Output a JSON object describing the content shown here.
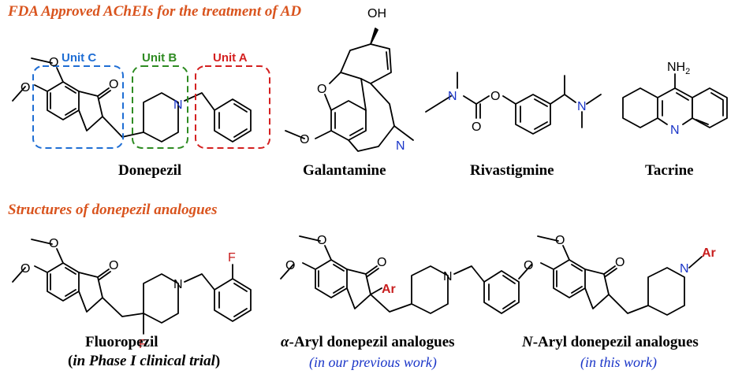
{
  "headings": {
    "fda": "FDA Approved AChEIs for the treatment of AD",
    "analogues": "Structures of donepezil analogues"
  },
  "units": {
    "c": "Unit C",
    "b": "Unit B",
    "a": "Unit A"
  },
  "compounds": {
    "donepezil": "Donepezil",
    "galantamine": "Galantamine",
    "rivastigmine": "Rivastigmine",
    "tacrine": "Tacrine",
    "fluoropezil": "Fluoropezil",
    "fluoropezil_note_prefix": "(",
    "fluoropezil_note": "in Phase I clinical trial",
    "fluoropezil_note_suffix": ")",
    "alpha_prefix": "α",
    "alpha_name": "-Aryl donepezil analogues",
    "alpha_note": "(in our previous work)",
    "n_prefix": "N",
    "n_name": "-Aryl donepezil analogues",
    "n_note": "(in this work)"
  },
  "atoms": {
    "o": "O",
    "oh": "OH",
    "n": "N",
    "f": "F",
    "ar": "Ar",
    "nh2": "NH",
    "nh2_sub": "2"
  },
  "colors": {
    "heading": "#d9541e",
    "unit_c": "#1f6ed4",
    "unit_b": "#2e8b22",
    "unit_a": "#d42020",
    "nitrogen": "#1a35c8",
    "fluorine": "#c81e1e",
    "note": "#1a35c8"
  }
}
